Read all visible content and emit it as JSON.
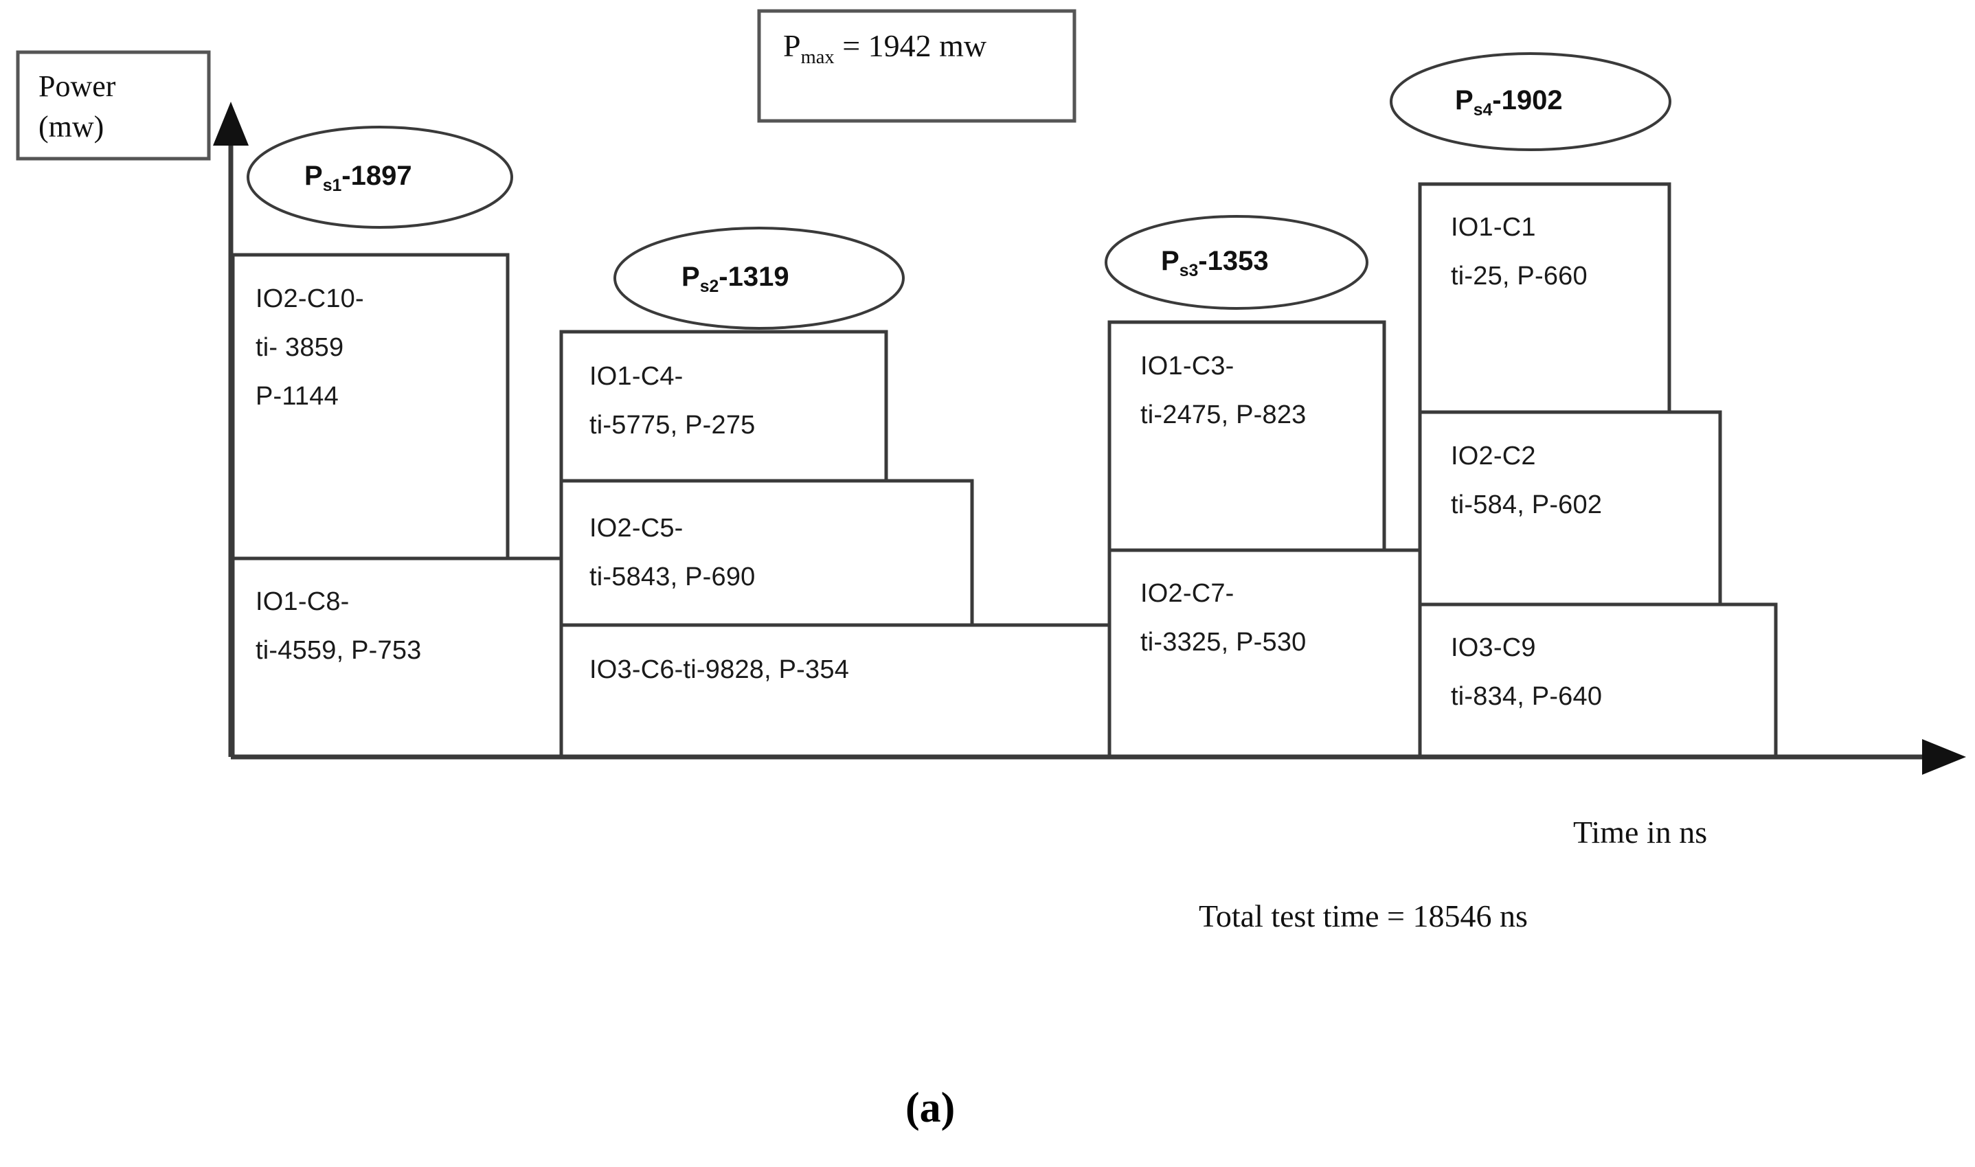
{
  "figure": {
    "caption": "(a)",
    "axis_y_label_line1": "Power",
    "axis_y_label_line2": "(mw)",
    "axis_x_label": "Time in ns",
    "pmax_label": "P",
    "pmax_sub": "max",
    "pmax_value": "= 1942 mw",
    "total_test_time": "Total test time = 18546 ns"
  },
  "session_markers": [
    {
      "name": "ps1",
      "prefix": "P",
      "sub": "s1",
      "value": "-1897"
    },
    {
      "name": "ps2",
      "prefix": "P",
      "sub": "s2",
      "value": "-1319"
    },
    {
      "name": "ps3",
      "prefix": "P",
      "sub": "s3",
      "value": "-1353"
    },
    {
      "name": "ps4",
      "prefix": "P",
      "sub": "s4",
      "value": "-1902"
    }
  ],
  "blocks": [
    {
      "id": "io2-c10",
      "line1": "IO2-C10-",
      "line2": "ti- 3859",
      "line3": "P-1144"
    },
    {
      "id": "io1-c8",
      "line1": "IO1-C8-",
      "line2": "ti-4559, P-753",
      "line3": ""
    },
    {
      "id": "io1-c4",
      "line1": "IO1-C4-",
      "line2": "ti-5775, P-275",
      "line3": ""
    },
    {
      "id": "io2-c5",
      "line1": "IO2-C5-",
      "line2": "ti-5843, P-690",
      "line3": ""
    },
    {
      "id": "io3-c6",
      "line1": "IO3-C6-ti-9828, P-354",
      "line2": "",
      "line3": ""
    },
    {
      "id": "io1-c3",
      "line1": "IO1-C3-",
      "line2": "ti-2475, P-823",
      "line3": ""
    },
    {
      "id": "io2-c7",
      "line1": "IO2-C7-",
      "line2": "ti-3325, P-530",
      "line3": ""
    },
    {
      "id": "io1-c1",
      "line1": "IO1-C1",
      "line2": "ti-25, P-660",
      "line3": ""
    },
    {
      "id": "io2-c2",
      "line1": "IO2-C2",
      "line2": "ti-584, P-602",
      "line3": ""
    },
    {
      "id": "io3-c9",
      "line1": "IO3-C9",
      "line2": "ti-834, P-640",
      "line3": ""
    }
  ],
  "chart_data": {
    "type": "bar",
    "title": "Power vs Time test scheduling (a)",
    "xlabel": "Time in ns",
    "ylabel": "Power (mw)",
    "grid": false,
    "legend": "none",
    "annotations": {
      "Pmax": 1942,
      "total_test_time_ns": 18546
    },
    "sessions": [
      {
        "session": "Ps1",
        "session_power": 1897,
        "cores": [
          {
            "label": "IO2-C10",
            "ti": 3859,
            "P": 1144
          },
          {
            "label": "IO1-C8",
            "ti": 4559,
            "P": 753
          }
        ]
      },
      {
        "session": "Ps2",
        "session_power": 1319,
        "cores": [
          {
            "label": "IO1-C4",
            "ti": 5775,
            "P": 275
          },
          {
            "label": "IO2-C5",
            "ti": 5843,
            "P": 690
          },
          {
            "label": "IO3-C6",
            "ti": 9828,
            "P": 354
          }
        ]
      },
      {
        "session": "Ps3",
        "session_power": 1353,
        "cores": [
          {
            "label": "IO1-C3",
            "ti": 2475,
            "P": 823
          },
          {
            "label": "IO2-C7",
            "ti": 3325,
            "P": 530
          }
        ]
      },
      {
        "session": "Ps4",
        "session_power": 1902,
        "cores": [
          {
            "label": "IO1-C1",
            "ti": 25,
            "P": 660
          },
          {
            "label": "IO2-C2",
            "ti": 584,
            "P": 602
          },
          {
            "label": "IO3-C9",
            "ti": 834,
            "P": 640
          }
        ]
      }
    ]
  }
}
